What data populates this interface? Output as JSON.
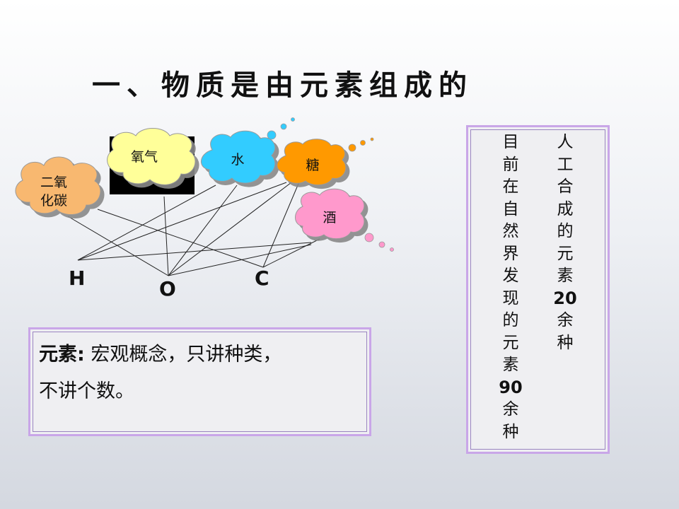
{
  "title": "一、物质是由元素组成的",
  "clouds": {
    "co2_line1": "二氧",
    "co2_line2": "化碳",
    "oxygen": "氧气",
    "water": "水",
    "sugar": "糖",
    "wine": "酒"
  },
  "elements": {
    "h": "H",
    "o": "O",
    "c": "C"
  },
  "definition": {
    "term": "元素:",
    "line1": " 宏观概念，只讲种类，",
    "line2": "不讲个数。"
  },
  "side_note": {
    "left_column": [
      "目",
      "前",
      "在",
      "自",
      "然",
      "界",
      "发",
      "现",
      "的",
      "元",
      "素",
      "90",
      "余",
      "种"
    ],
    "right_column": [
      "人",
      "工",
      "合",
      "成",
      "的",
      "元",
      "素",
      "20",
      "余",
      "种"
    ]
  },
  "colors": {
    "co2": "#f8b870",
    "oxygen": "#ffff99",
    "water": "#33ccff",
    "sugar": "#ff9900",
    "wine": "#ff99cc",
    "box_border": "#c9a6e8"
  }
}
